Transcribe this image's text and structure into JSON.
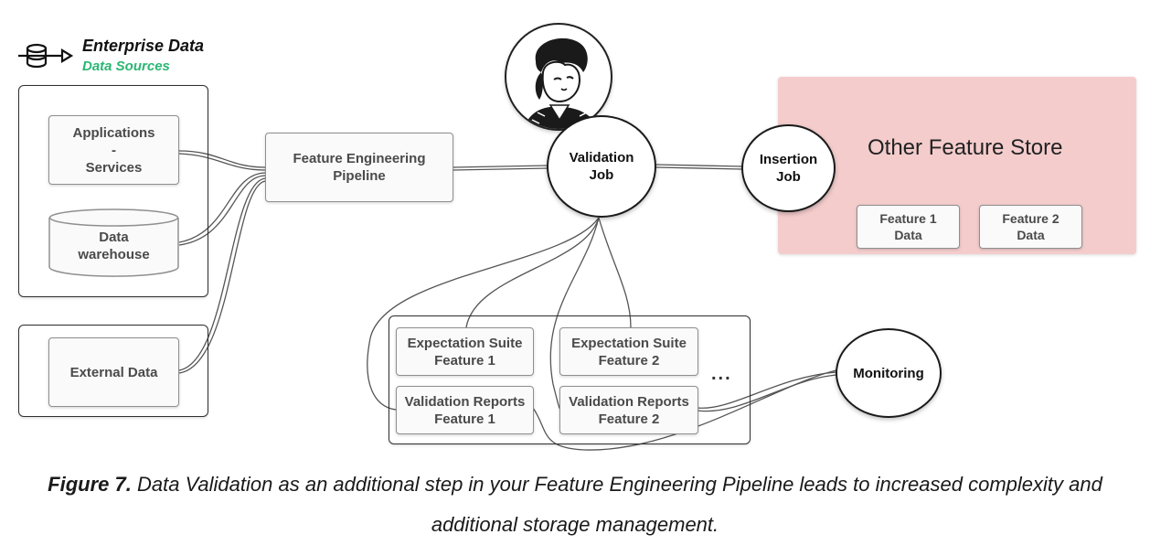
{
  "legend": {
    "title": "Enterprise Data",
    "subtitle": "Data Sources",
    "subtitle_color": "#2bb673",
    "icon": "database-arrow-icon"
  },
  "sources": {
    "applications": [
      "Applications",
      "-",
      "Services"
    ],
    "warehouse": [
      "Data",
      "warehouse"
    ],
    "external": [
      "External Data"
    ]
  },
  "pipeline": [
    "Feature Engineering",
    "Pipeline"
  ],
  "validation_job": [
    "Validation",
    "Job"
  ],
  "insertion_job": [
    "Insertion",
    "Job"
  ],
  "feature_store": {
    "title": "Other Feature Store",
    "bg_color": "#f4cccc",
    "feature1": [
      "Feature 1",
      "Data"
    ],
    "feature2": [
      "Feature 2",
      "Data"
    ]
  },
  "suites": {
    "exp1": [
      "Expectation Suite",
      "Feature 1"
    ],
    "exp2": [
      "Expectation Suite",
      "Feature 2"
    ],
    "rep1": [
      "Validation Reports",
      "Feature 1"
    ],
    "rep2": [
      "Validation Reports",
      "Feature 2"
    ],
    "ellipsis": "..."
  },
  "monitoring": "Monitoring",
  "avatar_icon": "person-portrait-icon",
  "caption": {
    "figure": "Figure 7.",
    "line1": "Data Validation as an additional step in your Feature Engineering Pipeline leads to increased complexity and",
    "line2": "additional storage management."
  }
}
